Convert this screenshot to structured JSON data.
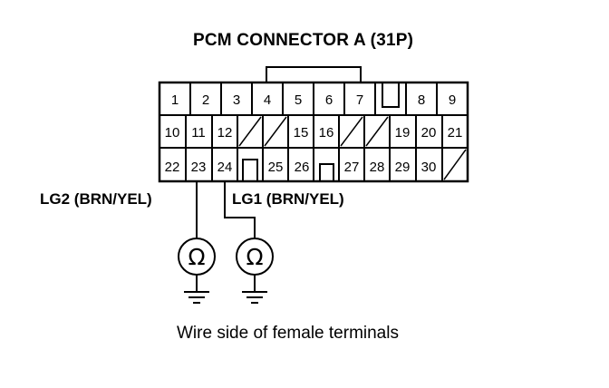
{
  "title": "PCM CONNECTOR A (31P)",
  "caption": "Wire side of female terminals",
  "wires": {
    "lg2": "LG2 (BRN/YEL)",
    "lg1": "LG1 (BRN/YEL)"
  },
  "meter_symbol": "Ω",
  "connector": {
    "row1": [
      "1",
      "2",
      "3",
      "4",
      "5",
      "6",
      "7",
      "",
      "8",
      "9"
    ],
    "row2": [
      "10",
      "11",
      "12",
      "",
      "",
      "15",
      "16",
      "",
      "",
      "19",
      "20",
      "21"
    ],
    "row3": [
      "22",
      "23",
      "24",
      "",
      "25",
      "26",
      "",
      "27",
      "28",
      "29",
      "30",
      ""
    ]
  },
  "icons": [
    "ohmmeter-icon",
    "ground-icon"
  ]
}
